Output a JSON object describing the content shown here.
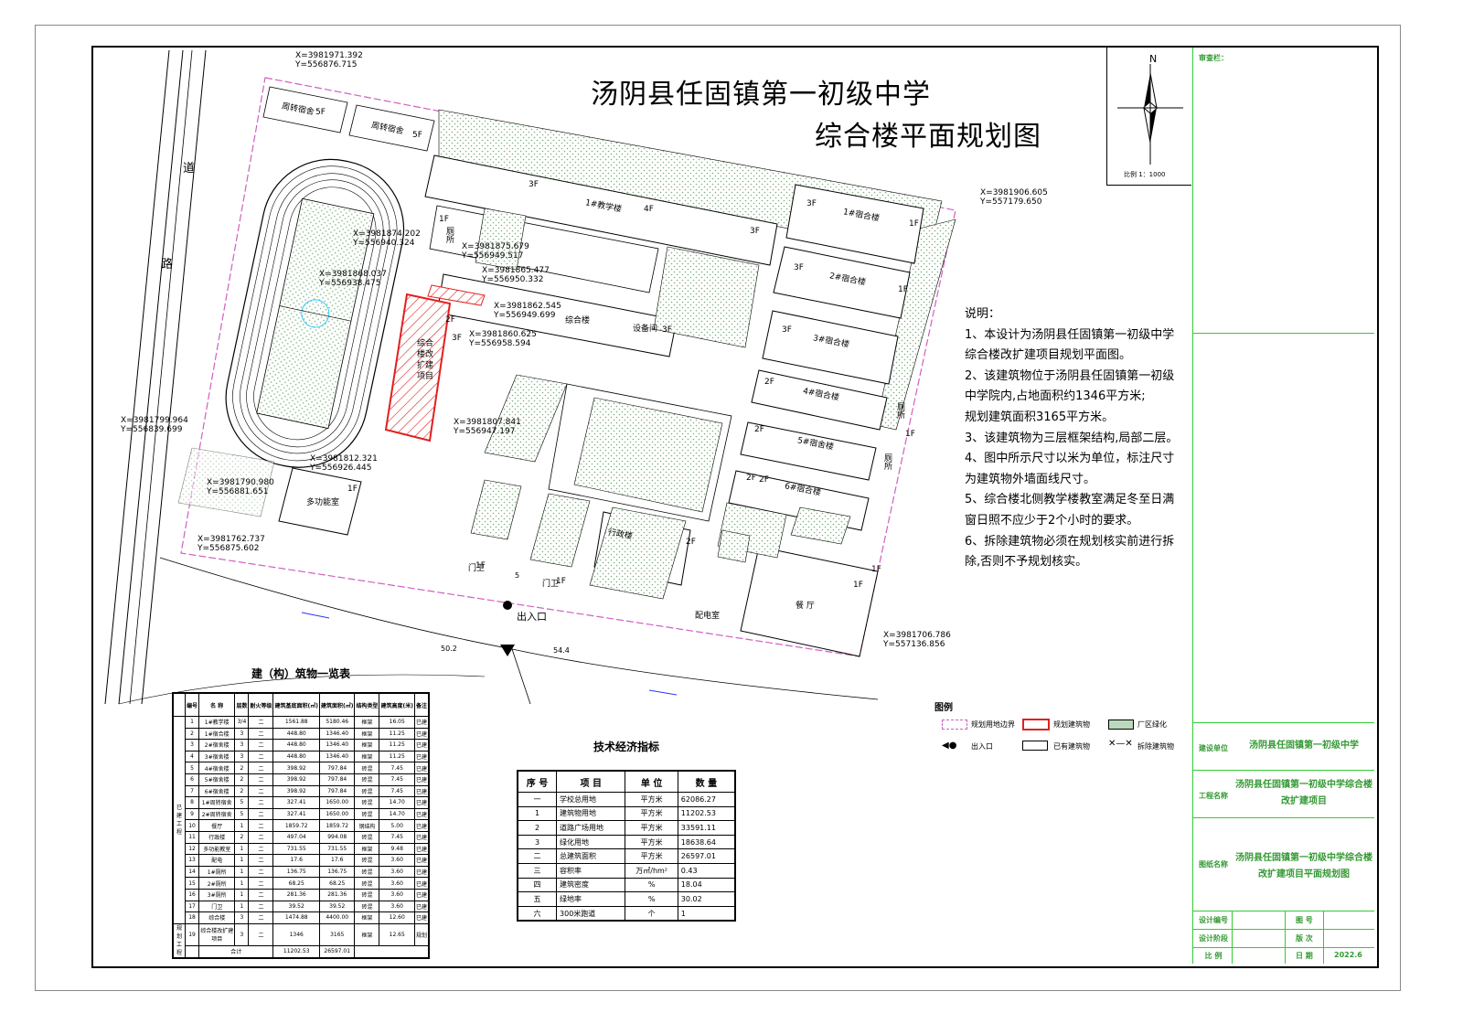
{
  "title": {
    "line1": "汤阴县任固镇第一初级中学",
    "line2": "综合楼平面规划图"
  },
  "compass": {
    "north": "N",
    "scale": "比例 1：1000"
  },
  "notes": {
    "heading": "说明：",
    "items": [
      "1、本设计为汤阴县任固镇第一初级中学综合楼改扩建项目规划平面图。",
      "2、该建筑物位于汤阴县任固镇第一初级中学院内,占地面积约1346平方米;",
      "规划建筑面积3165平方米。",
      "3、该建筑物为三层框架结构,局部二层。",
      "4、图中所示尺寸以米为单位，标注尺寸为建筑物外墙面线尺寸。",
      "5、综合楼北侧教学楼教室满足冬至日满窗日照不应少于2个小时的要求。",
      "6、拆除建筑物必须在规划核实前进行拆除,否则不予规划核实。"
    ]
  },
  "road": {
    "char1": "道",
    "char2": "路"
  },
  "coords": [
    {
      "x": "X=3981971.392",
      "y": "Y=556876.715"
    },
    {
      "x": "X=3981906.605",
      "y": "Y=557179.650"
    },
    {
      "x": "X=3981875.679",
      "y": "Y=556949.517"
    },
    {
      "x": "X=3981865.477",
      "y": "Y=556950.332"
    },
    {
      "x": "X=3981868.037",
      "y": "Y=556938.475"
    },
    {
      "x": "X=3981862.545",
      "y": "Y=556949.699"
    },
    {
      "x": "X=3981860.625",
      "y": "Y=556958.594"
    },
    {
      "x": "X=3981807.841",
      "y": "Y=556947.197"
    },
    {
      "x": "X=3981812.321",
      "y": "Y=556926.445"
    },
    {
      "x": "X=3981799.964",
      "y": "Y=556839.699"
    },
    {
      "x": "X=3981790.980",
      "y": "Y=556881.651"
    },
    {
      "x": "X=3981762.737",
      "y": "Y=556875.602"
    },
    {
      "x": "X=3981706.786",
      "y": "Y=557136.856"
    },
    {
      "x": "X=3981874.202",
      "y": "Y=556940.324"
    }
  ],
  "site_labels": {
    "dorm1": "1#宿合楼",
    "dorm2": "2#宿合楼",
    "dorm3": "3#宿合楼",
    "dorm4": "4#宿合楼",
    "dorm5": "5#宿舍楼",
    "dorm6": "6#宿合楼",
    "teach": "1#教学楼",
    "complex": "综合楼",
    "equip": "设备间",
    "admin": "行政楼",
    "canteen": "餐 厅",
    "multi": "多功能室",
    "staff1": "周转宿舍",
    "staff2": "周转宿舍",
    "toilet": "厕所",
    "toilet2": "厕所",
    "toilet3": "厕所",
    "gate": "门卫",
    "gate2": "门卫",
    "power": "配电室",
    "entrance": "出入口",
    "project": "综合楼改扩建项目",
    "floors": [
      "3F",
      "4F",
      "3F",
      "3F",
      "1F",
      "3F",
      "1F",
      "3F",
      "1F",
      "2F",
      "2F",
      "1F",
      "2F",
      "2F",
      "3F",
      "1F",
      "2F",
      "1F",
      "1F",
      "5F",
      "5F",
      "1F",
      "1F",
      "3F",
      "2F"
    ],
    "elev1": "50.2",
    "elev2": "54.4",
    "dim5": "5"
  },
  "building_table": {
    "title": "建（构）筑物一览表",
    "headers": [
      "编号",
      "名 称",
      "层数",
      "耐火等级",
      "建筑基底面积(㎡)",
      "建筑面积(㎡)",
      "结构类型",
      "建筑高度(米)",
      "备注"
    ],
    "group_existing": "已建工程",
    "group_planned": "规划工程",
    "rows": [
      [
        "1",
        "1#教学楼",
        "3/4",
        "二",
        "1561.88",
        "5180.46",
        "框架",
        "16.05",
        "已建"
      ],
      [
        "2",
        "1#宿合楼",
        "3",
        "二",
        "448.80",
        "1346.40",
        "框架",
        "11.25",
        "已建"
      ],
      [
        "3",
        "2#宿舍楼",
        "3",
        "二",
        "448.80",
        "1346.40",
        "框架",
        "11.25",
        "已建"
      ],
      [
        "4",
        "3#宿舍楼",
        "3",
        "二",
        "448.80",
        "1346.40",
        "框架",
        "11.25",
        "已建"
      ],
      [
        "5",
        "4#宿舍楼",
        "2",
        "二",
        "398.92",
        "797.84",
        "砖混",
        "7.45",
        "已建"
      ],
      [
        "6",
        "5#宿舍楼",
        "2",
        "二",
        "398.92",
        "797.84",
        "砖混",
        "7.45",
        "已建"
      ],
      [
        "7",
        "6#宿舍楼",
        "2",
        "二",
        "398.92",
        "797.84",
        "砖混",
        "7.45",
        "已建"
      ],
      [
        "8",
        "1#周转宿舍",
        "5",
        "二",
        "327.41",
        "1650.00",
        "砖混",
        "14.70",
        "已建"
      ],
      [
        "9",
        "2#周转宿舍",
        "5",
        "二",
        "327.41",
        "1650.00",
        "砖混",
        "14.70",
        "已建"
      ],
      [
        "10",
        "餐厅",
        "1",
        "二",
        "1859.72",
        "1859.72",
        "钢结构",
        "5.00",
        "已建"
      ],
      [
        "11",
        "行政楼",
        "2",
        "二",
        "497.04",
        "994.08",
        "砖混",
        "7.45",
        "已建"
      ],
      [
        "12",
        "多功能教室",
        "1",
        "二",
        "731.55",
        "731.55",
        "框架",
        "9.48",
        "已建"
      ],
      [
        "13",
        "配电",
        "1",
        "二",
        "17.6",
        "17.6",
        "砖混",
        "3.60",
        "已建"
      ],
      [
        "14",
        "1#厕所",
        "1",
        "二",
        "136.75",
        "136.75",
        "砖混",
        "3.60",
        "已建"
      ],
      [
        "15",
        "2#厕所",
        "1",
        "二",
        "68.25",
        "68.25",
        "砖混",
        "3.60",
        "已建"
      ],
      [
        "16",
        "3#厕所",
        "1",
        "二",
        "281.36",
        "281.36",
        "砖混",
        "3.60",
        "已建"
      ],
      [
        "17",
        "门卫",
        "1",
        "二",
        "39.52",
        "39.52",
        "砖混",
        "3.60",
        "已建"
      ],
      [
        "18",
        "综合楼",
        "3",
        "二",
        "1474.88",
        "4400.00",
        "框架",
        "12.60",
        "已建"
      ]
    ],
    "planned_row": [
      "19",
      "综合楼改扩建项目",
      "3",
      "二",
      "1346",
      "3165",
      "框架",
      "12.65",
      "规划"
    ],
    "total_row": [
      "合计",
      "11202.53",
      "26597.01"
    ]
  },
  "tech_table": {
    "title": "技术经济指标",
    "headers": [
      "序 号",
      "项 目",
      "单 位",
      "数 量"
    ],
    "rows": [
      [
        "一",
        "学校总用地",
        "平方米",
        "62086.27"
      ],
      [
        "1",
        "建筑物用地",
        "平方米",
        "11202.53"
      ],
      [
        "2",
        "道路广场用地",
        "平方米",
        "33591.11"
      ],
      [
        "3",
        "绿化用地",
        "平方米",
        "18638.64"
      ],
      [
        "二",
        "总建筑面积",
        "平方米",
        "26597.01"
      ],
      [
        "三",
        "容积率",
        "万㎡/hm²",
        "0.43"
      ],
      [
        "四",
        "建筑密度",
        "%",
        "18.04"
      ],
      [
        "五",
        "绿地率",
        "%",
        "30.02"
      ],
      [
        "六",
        "300米跑道",
        "个",
        "1"
      ]
    ]
  },
  "legend": {
    "title": "图例",
    "items": [
      "规划用地边界",
      "规划建筑物",
      "厂区绿化",
      "出入口",
      "已有建筑物",
      "拆除建筑物"
    ]
  },
  "title_block": {
    "review": "审查栏：",
    "client_label": "建设单位",
    "client": "汤阴县任固镇第一初级中学",
    "project_label": "工程名称",
    "project": "汤阴县任固镇第一初级中学综合楼改扩建项目",
    "drawing_label": "图纸名称",
    "drawing": "汤阴县任固镇第一初级中学综合楼改扩建项目平面规划图",
    "design_no": "设计编号",
    "drawing_no": "图 号",
    "stage": "设计阶段",
    "version": "版 次",
    "scale": "比 例",
    "date_label": "日 期",
    "date": "2022.6"
  },
  "colors": {
    "green": "#3c9a3c",
    "red": "#e02020",
    "boundary": "#d060c0",
    "hatch": "#8fbf8f"
  }
}
